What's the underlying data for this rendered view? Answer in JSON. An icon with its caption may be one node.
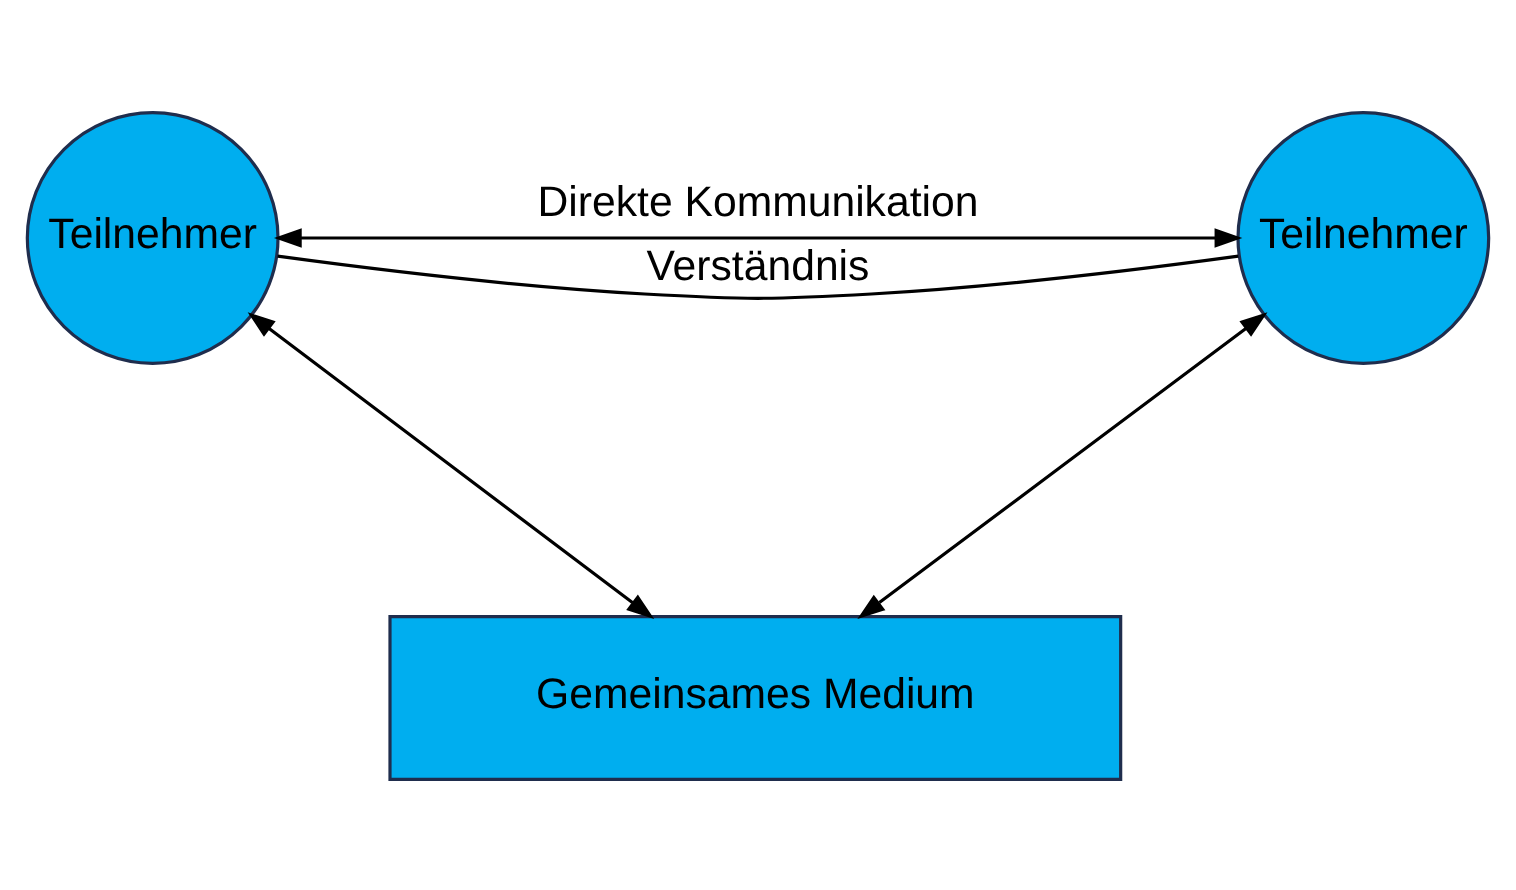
{
  "diagram": {
    "nodes": [
      {
        "text": [
          "Teilnehmer"
        ]
      },
      {
        "text": [
          "Teilnehmer"
        ]
      },
      {
        "text": [
          "Gemeinsames Medium"
        ]
      }
    ],
    "edges": [
      {
        "from": 0,
        "to": 1,
        "arrow": "none",
        "label": "Verständnis"
      },
      {
        "from": 0,
        "to": 1,
        "arrow": "both",
        "label": "Direkte Kommunikation"
      },
      {
        "from": 0,
        "to": 2,
        "arrow": "both"
      },
      {
        "from": 1,
        "to": 2,
        "arrow": "both"
      }
    ]
  }
}
